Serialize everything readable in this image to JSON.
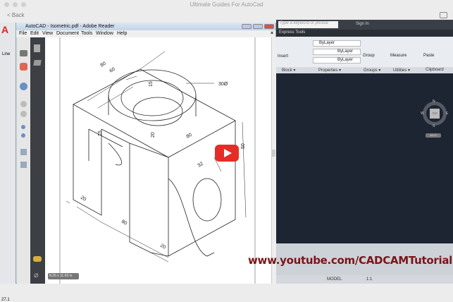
{
  "window": {
    "title": "Ultimate Guides For AutoCad",
    "back": "< Back"
  },
  "reader": {
    "title": "AutoCAD - Isometric.pdf - Adobe Reader",
    "menu": [
      "File",
      "Edit",
      "View",
      "Document",
      "Tools",
      "Window",
      "Help"
    ],
    "page_size": "8.26 x 11.69 in"
  },
  "drawing": {
    "dims": [
      "80",
      "60",
      "15",
      "30Ø",
      "20",
      "80",
      "15",
      "50",
      "32",
      "20",
      "80",
      "20"
    ]
  },
  "autocad": {
    "search_placeholder": "Type a keyword or phrase",
    "sign_in": "Sign In",
    "tab": "Express Tools",
    "left_tool": "Line",
    "panels": {
      "insert": "Insert",
      "group": "Group",
      "measure": "Measure",
      "paste": "Paste"
    },
    "layers": [
      "ByLayer",
      "ByLayer",
      "ByLayer"
    ],
    "panel_labels": [
      "Block ▾",
      "Properties ▾",
      "Groups ▾",
      "Utilities ▾",
      "Clipboard"
    ],
    "viewcube": {
      "n": "N",
      "s": "S",
      "e": "E",
      "w": "W",
      "top": "TOP",
      "wcs": "WCS"
    },
    "status": {
      "model": "MODEL",
      "scale": "1:1"
    },
    "coord": "27.1"
  },
  "watermark": "www.youtube.com/CADCAMTutorials",
  "colors": {
    "youtube": "#e52d27",
    "watermark": "#7a1518"
  }
}
